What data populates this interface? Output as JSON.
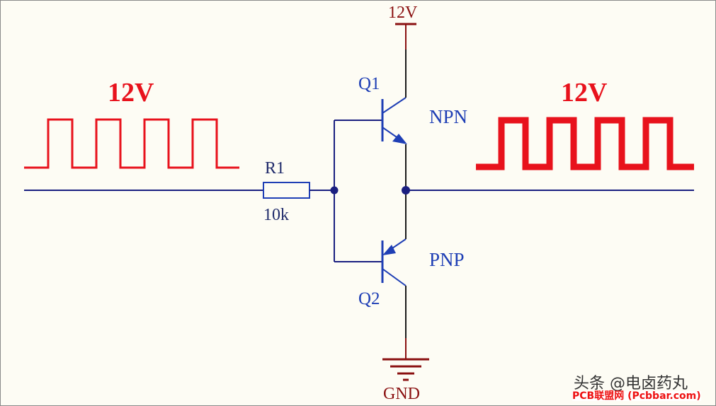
{
  "components": {
    "q1": {
      "designator": "Q1",
      "type": "NPN"
    },
    "q2": {
      "designator": "Q2",
      "type": "PNP"
    },
    "r1": {
      "designator": "R1",
      "value": "10k"
    }
  },
  "power": {
    "vcc": "12V",
    "gnd": "GND"
  },
  "waveforms": {
    "input_label": "12V",
    "output_label": "12V"
  },
  "watermark": {
    "line1": "头条 @电卤药丸",
    "line2": "PCB联盟网 (Pcbbar.com)"
  },
  "colors": {
    "wire": "#1a1f80",
    "blue_symbol": "#1f3fb5",
    "power": "#8a1010",
    "waveform": "#e8121c",
    "background": "#fdfcf4"
  }
}
